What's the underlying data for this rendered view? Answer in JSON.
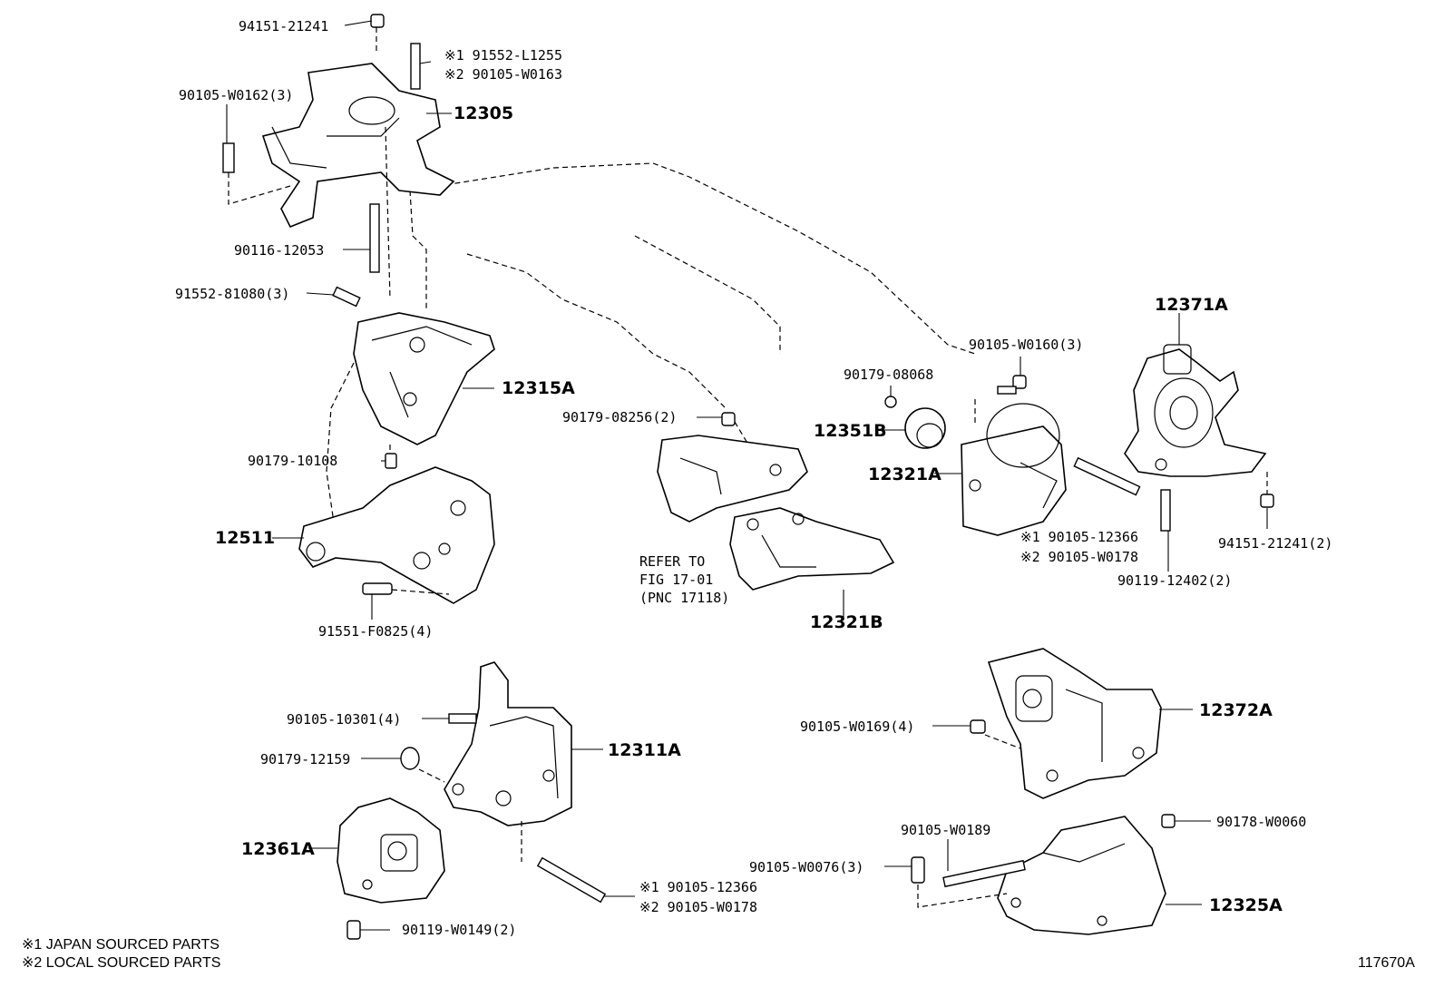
{
  "labels": {
    "l_94151_21241": "94151-21241",
    "l_91552_L1255": "※1 91552-L1255",
    "l_90105_W0163": "※2 90105-W0163",
    "l_90105_W0162": "90105-W0162(3)",
    "l_12305": "12305",
    "l_90116_12053": "90116-12053",
    "l_91552_81080": "91552-81080(3)",
    "l_12315A": "12315A",
    "l_90179_10108": "90179-10108",
    "l_12511": "12511",
    "l_91551_F0825": "91551-F0825(4)",
    "l_90179_08256": "90179-08256(2)",
    "l_refer_1": "REFER TO",
    "l_refer_2": "FIG 17-01",
    "l_refer_3": "(PNC 17118)",
    "l_12321B": "12321B",
    "l_90179_08068": "90179-08068",
    "l_90105_W0160": "90105-W0160(3)",
    "l_12351B": "12351B",
    "l_12321A": "12321A",
    "l_12371A": "12371A",
    "l_94151_21241_2": "94151-21241(2)",
    "l_r1_90105_12366": "※1 90105-12366",
    "l_r2_90105_W0178": "※2 90105-W0178",
    "l_90119_12402": "90119-12402(2)",
    "l_90105_10301": "90105-10301(4)",
    "l_90179_12159": "90179-12159",
    "l_12311A": "12311A",
    "l_12361A": "12361A",
    "l_b1_90105_12366": "※1 90105-12366",
    "l_b2_90105_W0178": "※2 90105-W0178",
    "l_90119_W0149": "90119-W0149(2)",
    "l_90105_W0169": "90105-W0169(4)",
    "l_12372A": "12372A",
    "l_90105_W0189": "90105-W0189",
    "l_90178_W0060": "90178-W0060",
    "l_90105_W0076": "90105-W0076(3)",
    "l_12325A": "12325A"
  },
  "notes": {
    "japan": "※1 JAPAN SOURCED PARTS",
    "local": "※2 LOCAL SOURCED PARTS"
  },
  "figure_id": "117670A"
}
